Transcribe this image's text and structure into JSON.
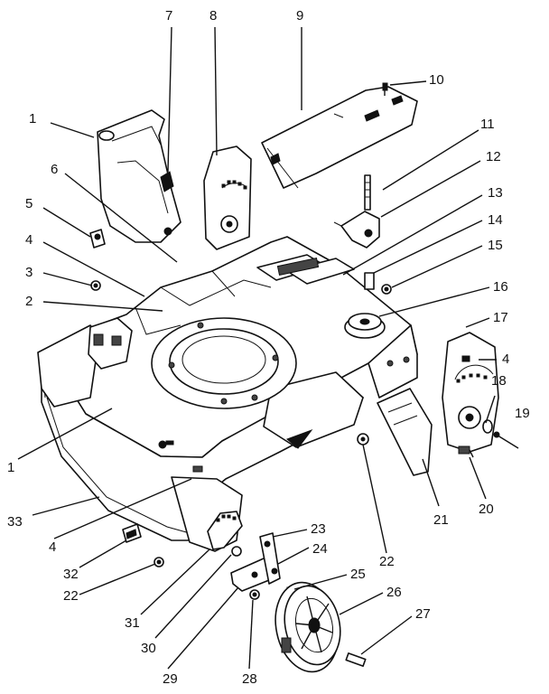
{
  "callouts": [
    {
      "id": "c-7",
      "label": "7"
    },
    {
      "id": "c-8",
      "label": "8"
    },
    {
      "id": "c-9",
      "label": "9"
    },
    {
      "id": "c-10",
      "label": "10"
    },
    {
      "id": "c-1a",
      "label": "1"
    },
    {
      "id": "c-11",
      "label": "11"
    },
    {
      "id": "c-6",
      "label": "6"
    },
    {
      "id": "c-12",
      "label": "12"
    },
    {
      "id": "c-5",
      "label": "5"
    },
    {
      "id": "c-13",
      "label": "13"
    },
    {
      "id": "c-14",
      "label": "14"
    },
    {
      "id": "c-4a",
      "label": "4"
    },
    {
      "id": "c-15",
      "label": "15"
    },
    {
      "id": "c-3",
      "label": "3"
    },
    {
      "id": "c-16",
      "label": "16"
    },
    {
      "id": "c-2",
      "label": "2"
    },
    {
      "id": "c-17",
      "label": "17"
    },
    {
      "id": "c-4b",
      "label": "4"
    },
    {
      "id": "c-18",
      "label": "18"
    },
    {
      "id": "c-19",
      "label": "19"
    },
    {
      "id": "c-1b",
      "label": "1"
    },
    {
      "id": "c-20",
      "label": "20"
    },
    {
      "id": "c-21",
      "label": "21"
    },
    {
      "id": "c-33",
      "label": "33"
    },
    {
      "id": "c-22a",
      "label": "22"
    },
    {
      "id": "c-23",
      "label": "23"
    },
    {
      "id": "c-4c",
      "label": "4"
    },
    {
      "id": "c-24",
      "label": "24"
    },
    {
      "id": "c-32",
      "label": "32"
    },
    {
      "id": "c-22b",
      "label": "22"
    },
    {
      "id": "c-25",
      "label": "25"
    },
    {
      "id": "c-26",
      "label": "26"
    },
    {
      "id": "c-31",
      "label": "31"
    },
    {
      "id": "c-27",
      "label": "27"
    },
    {
      "id": "c-30",
      "label": "30"
    },
    {
      "id": "c-29",
      "label": "29"
    },
    {
      "id": "c-28",
      "label": "28"
    }
  ]
}
